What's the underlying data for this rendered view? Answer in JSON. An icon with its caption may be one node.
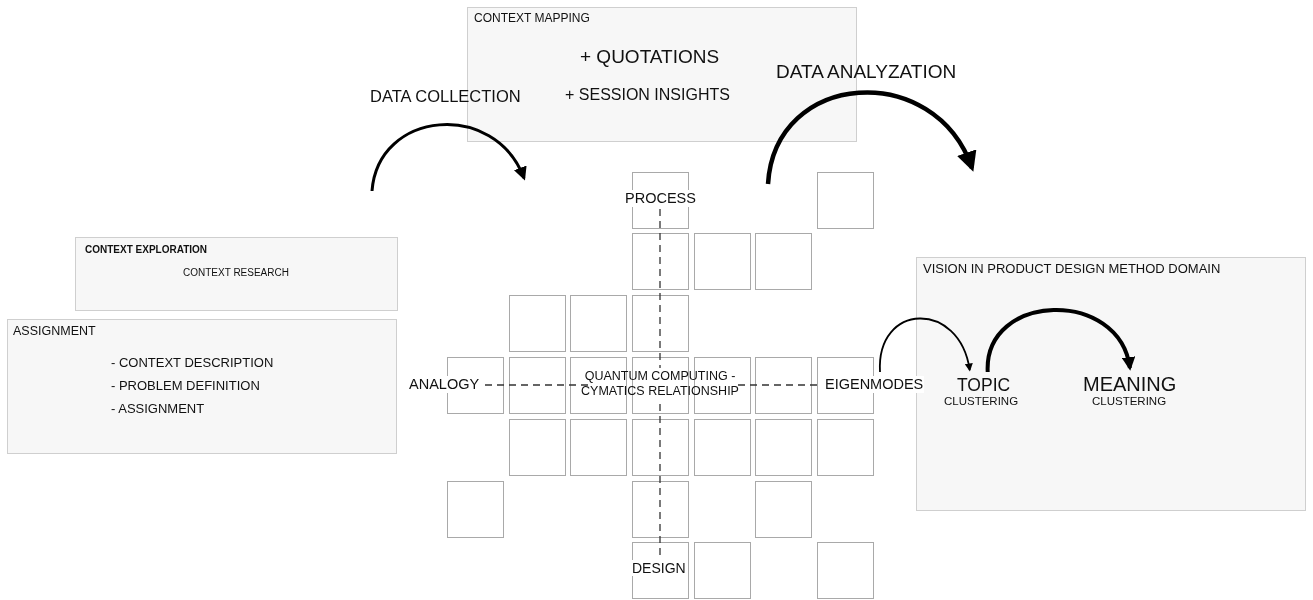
{
  "diagram": {
    "nodes": [
      {
        "text": [
          "CONTEXT MAPPING",
          "+ QUOTATIONS",
          "+ SESSION INSIGHTS"
        ]
      },
      {
        "text": [
          "CONTEXT EXPLORATION",
          "CONTEXT RESEARCH"
        ]
      },
      {
        "text": [
          "ASSIGNMENT",
          "- CONTEXT DESCRIPTION",
          "- PROBLEM DEFINITION",
          "- ASSIGNMENT"
        ]
      },
      {
        "text": [],
        "shape": "box"
      },
      {
        "text": [],
        "shape": "box"
      },
      {
        "text": [],
        "shape": "box"
      },
      {
        "text": [],
        "shape": "box"
      },
      {
        "text": [],
        "shape": "box"
      },
      {
        "text": [],
        "shape": "box"
      },
      {
        "text": [],
        "shape": "box"
      },
      {
        "text": [],
        "shape": "box"
      },
      {
        "text": [],
        "shape": "box"
      },
      {
        "text": [],
        "shape": "box"
      },
      {
        "text": [],
        "shape": "box"
      },
      {
        "text": [],
        "shape": "box"
      },
      {
        "text": [],
        "shape": "box"
      },
      {
        "text": [],
        "shape": "box"
      },
      {
        "text": [],
        "shape": "box"
      },
      {
        "text": [],
        "shape": "box"
      },
      {
        "text": [],
        "shape": "box"
      },
      {
        "text": [],
        "shape": "box"
      },
      {
        "text": [],
        "shape": "box"
      },
      {
        "text": [],
        "shape": "box"
      },
      {
        "text": [],
        "shape": "box"
      },
      {
        "text": [],
        "shape": "box"
      },
      {
        "text": [],
        "shape": "box"
      },
      {
        "text": [],
        "shape": "box"
      },
      {
        "text": [],
        "shape": "box"
      },
      {
        "text": [],
        "shape": "box"
      },
      {
        "text": [],
        "shape": "box"
      },
      {
        "text": [
          "EIGENMODES"
        ]
      },
      {
        "text": [
          "VISION IN PRODUCT DESIGN METHOD DOMAIN"
        ]
      },
      {
        "text": [
          "TOPIC",
          "CLUSTERING"
        ],
        "in": 31
      },
      {
        "text": [
          "MEANING",
          "CLUSTERING"
        ],
        "in": 31
      }
    ],
    "edges": [
      {
        "from": 30,
        "to": 32,
        "arrow": "to"
      },
      {
        "from": 32,
        "to": 33,
        "arrow": "to",
        "style": "thick"
      }
    ],
    "labels": [
      "DATA COLLECTION",
      "DATA ANALYZATION",
      "PROCESS",
      "ANALOGY",
      "QUANTUM COMPUTING - CYMATICS RELATIONSHIP",
      "DESIGN"
    ]
  }
}
